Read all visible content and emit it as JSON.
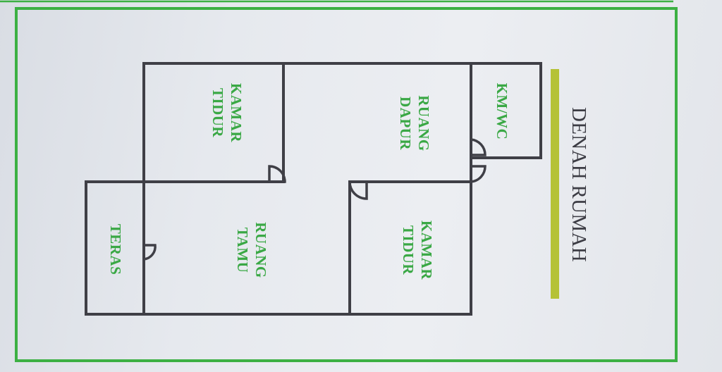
{
  "title": "DENAH RUMAH",
  "rooms": {
    "kamar_tidur_1": [
      "KAMAR",
      "TIDUR"
    ],
    "ruang_dapur": [
      "RUANG",
      "DAPUR"
    ],
    "km_wc": "KM/WC",
    "ruang_tamu": [
      "RUANG",
      "TAMU"
    ],
    "kamar_tidur_2": [
      "KAMAR",
      "TIDUR"
    ],
    "teras": "TERAS"
  },
  "colors": {
    "frame": "#3cb043",
    "label": "#3aa845",
    "title_bar": "#b5c237",
    "wall": "#3f3f46"
  }
}
